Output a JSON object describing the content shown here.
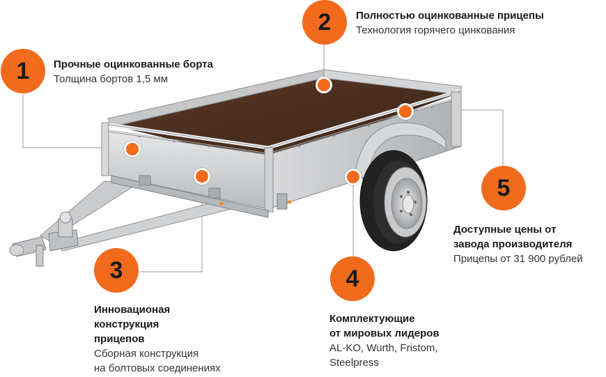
{
  "features": [
    {
      "number": "1",
      "title": "Прочные оцинкованные борта",
      "desc": "Толщина бортов 1,5 мм"
    },
    {
      "number": "2",
      "title": "Полностью оцинкованные прицепы",
      "desc": "Технология горячего цинкования"
    },
    {
      "number": "3",
      "title_lines": [
        "Инновационая",
        "конструкция",
        "прицепов"
      ],
      "desc_lines": [
        "Сборная конструкция",
        "на болтовых соединениях"
      ]
    },
    {
      "number": "4",
      "title_lines": [
        "Комплектующие",
        "от мировых лидеров"
      ],
      "desc_lines": [
        "AL-KO, Wurth, Fristom,",
        "Steelpress"
      ]
    },
    {
      "number": "5",
      "title_lines": [
        "Доступные цены от",
        "завода производителя"
      ],
      "desc": "Прицепы от 31 900 рублей"
    }
  ],
  "accent_color": "#f26b1d",
  "image": {
    "subject": "trailer-icon"
  }
}
